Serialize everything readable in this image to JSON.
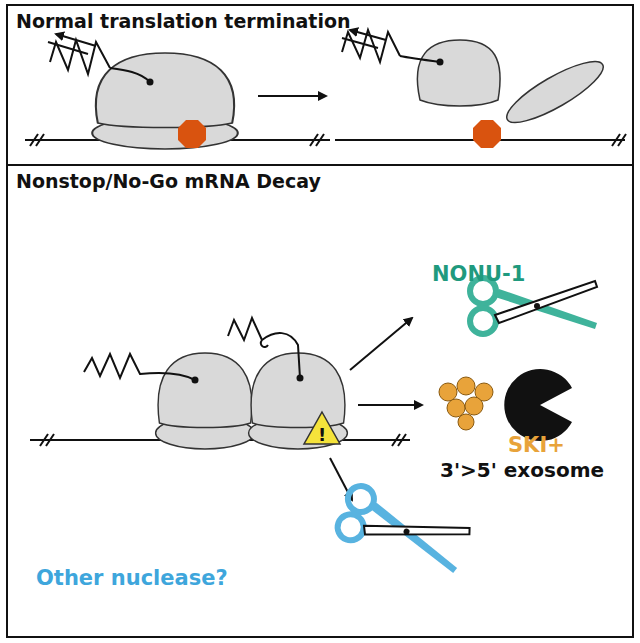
{
  "diagram": {
    "nodes": [
      {
        "text": [
          "Normal translation termination"
        ]
      },
      {
        "text": [
          "Nonstop/No-Go mRNA Decay"
        ]
      }
    ],
    "labels": [
      "NONU-1",
      "SKI+",
      "3'>5' exosome",
      "Other nuclease?"
    ]
  }
}
